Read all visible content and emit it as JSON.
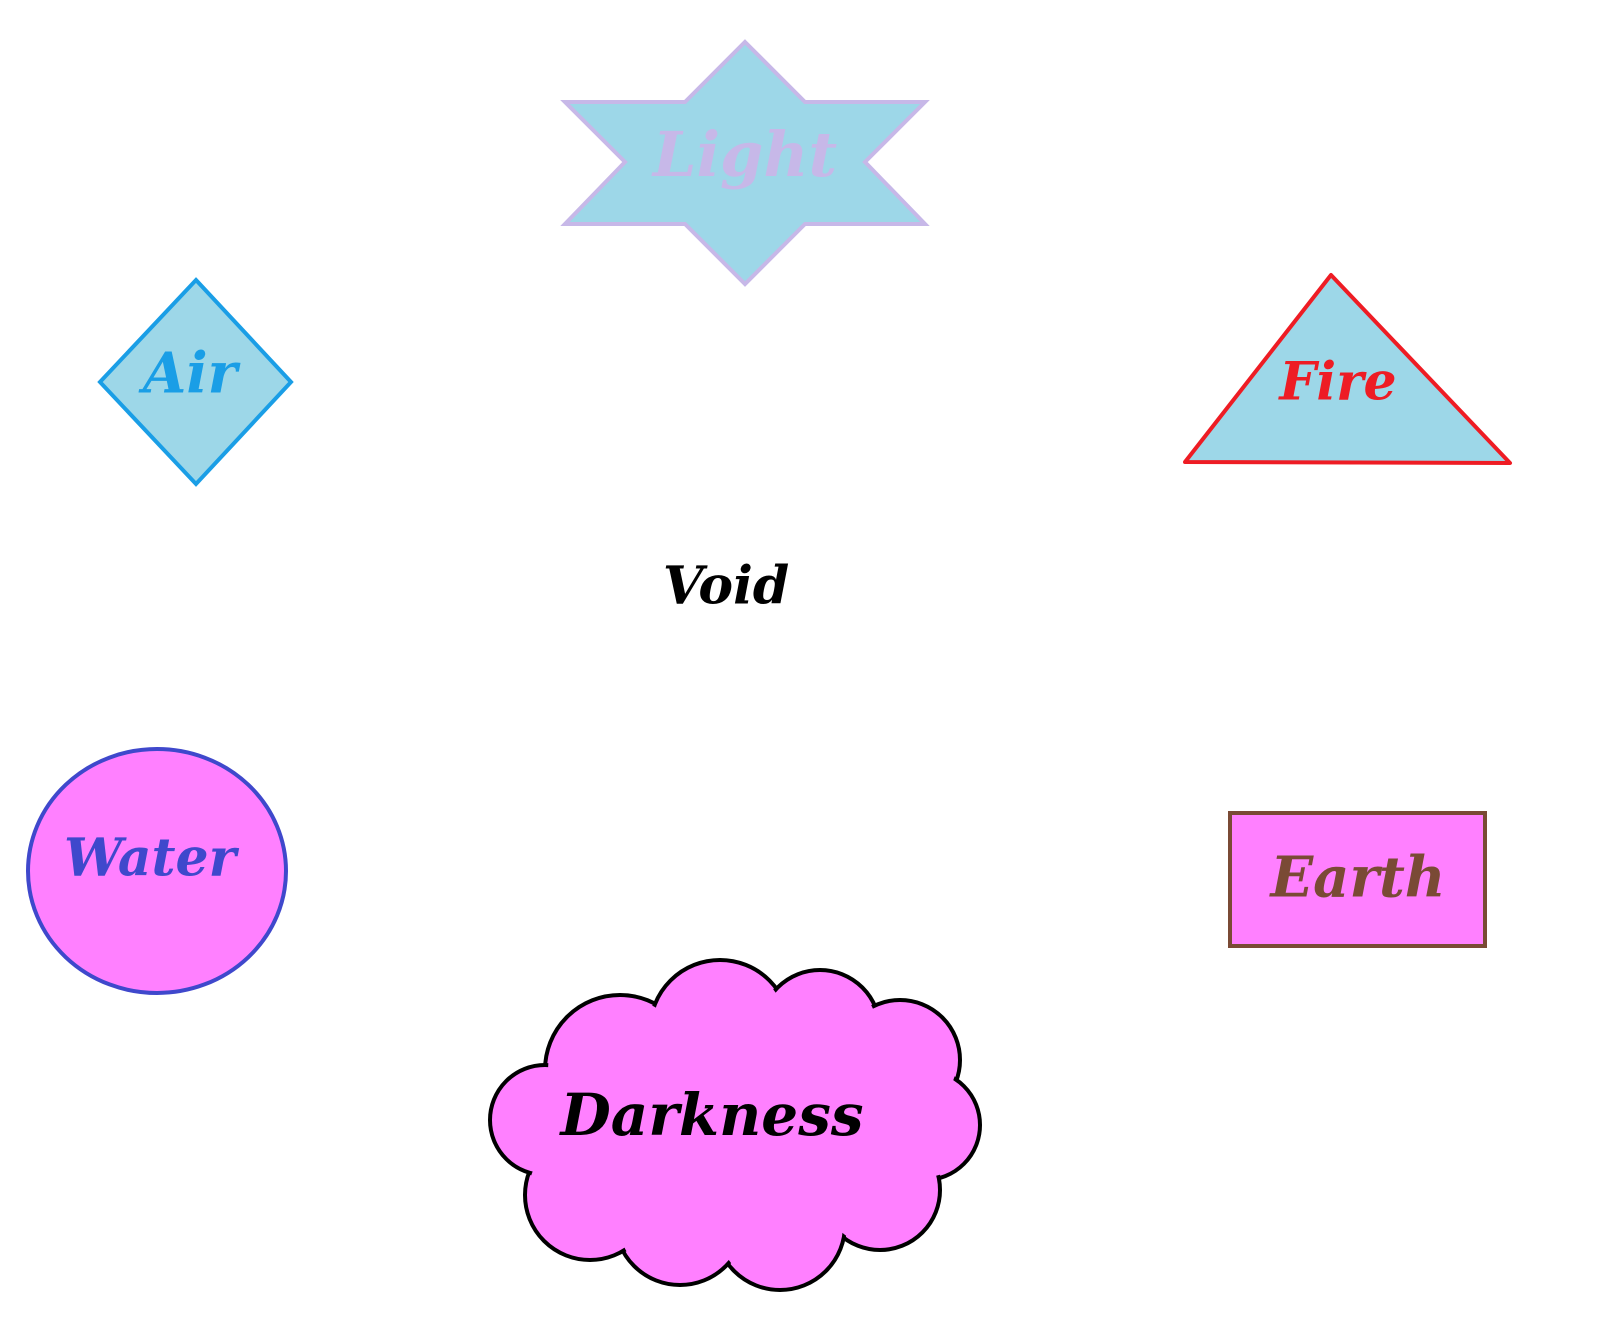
{
  "elements": {
    "light": {
      "label": "Light",
      "fill": "#9dd7e8",
      "stroke": "#c7b8e8",
      "text_color": "#c7b8e8",
      "shape": "six-point-star"
    },
    "air": {
      "label": "Air",
      "fill": "#9dd7e8",
      "stroke": "#1a9ee6",
      "text_color": "#1a9ee6",
      "shape": "diamond"
    },
    "fire": {
      "label": "Fire",
      "fill": "#9dd7e8",
      "stroke": "#ee1c24",
      "text_color": "#ee1c24",
      "shape": "triangle"
    },
    "void": {
      "label": "Void",
      "text_color": "#000000",
      "shape": "none"
    },
    "water": {
      "label": "Water",
      "fill": "#ff80ff",
      "stroke": "#3f48cc",
      "text_color": "#3f48cc",
      "shape": "circle"
    },
    "earth": {
      "label": "Earth",
      "fill": "#ff80ff",
      "stroke": "#7a4a35",
      "text_color": "#7a4a35",
      "shape": "rectangle"
    },
    "darkness": {
      "label": "Darkness",
      "fill": "#ff80ff",
      "stroke": "#000000",
      "text_color": "#000000",
      "shape": "cloud"
    }
  }
}
